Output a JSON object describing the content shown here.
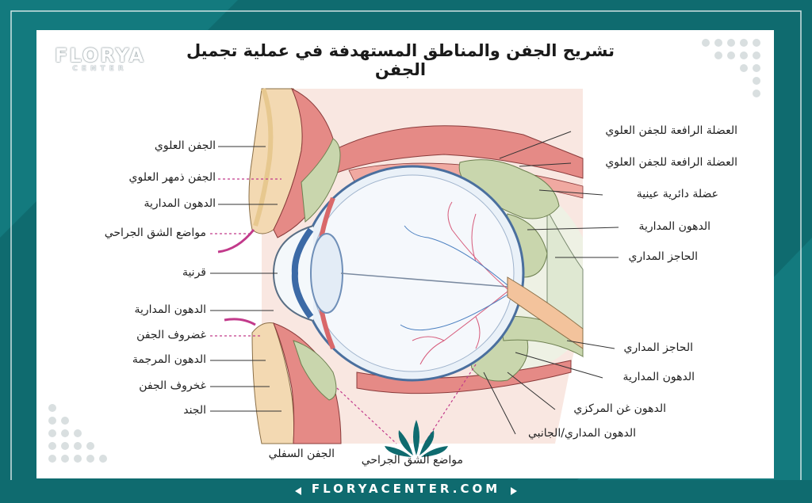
{
  "title": "تشريح الجفن والمناطق المستهدفة في عملية تجميل الجفن",
  "brand": {
    "name": "FLORYA",
    "sub": "CENTER",
    "url": "FLORYACENTER.COM"
  },
  "colors": {
    "frame": "#0f6b6f",
    "accent": "#c23a8b",
    "muscle": "#e58a86",
    "fat": "#c9d6ad",
    "skin": "#f3d9b2"
  },
  "labels_left": [
    "الجفن العلوي",
    "الجفن ذمهر العلوي",
    "الدهون المدارية",
    "مواضع الشق الجراحي",
    "قرنية",
    "الدهون المدارية",
    "غضروف الجفن",
    "الدهون المرجمة",
    "غخروف الجفن",
    "الجند"
  ],
  "labels_right": [
    "العضلة الرافعة للجفن العلوي",
    "العضلة الرافعة للجفن العلوي",
    "عضلة دائرية عينية",
    "الدهون المدارية",
    "الحاجز المداري",
    "الحاجز المداري",
    "الدهون المدارية",
    "الدهون غن المركزي",
    "الدهون المداري/الجانبي"
  ],
  "labels_bottom": {
    "lower_lid": "الجفن السفلي",
    "incision": "مواضع الشق الجراحي"
  }
}
